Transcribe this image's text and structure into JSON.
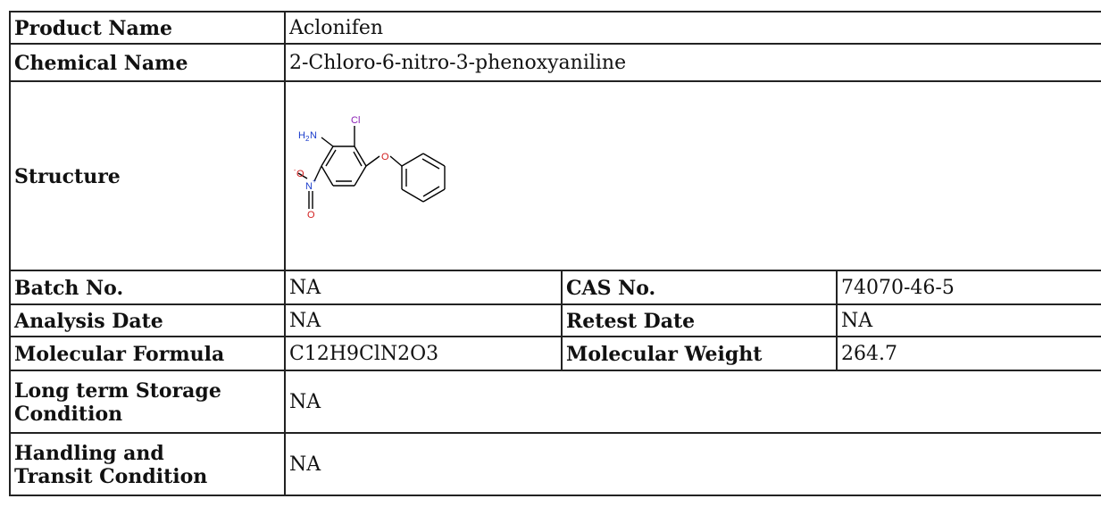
{
  "product_name": {
    "label": "Product Name",
    "value": "Aclonifen"
  },
  "chemical_name": {
    "label": "Chemical Name",
    "value": "2-Chloro-6-nitro-3-phenoxyaniline"
  },
  "structure": {
    "label": "Structure",
    "atoms": {
      "cl": "Cl",
      "nh2": "H",
      "nh2_sub": "2",
      "nh2_n": "N",
      "o_ether": "O",
      "o_minus": "O",
      "minus": "-",
      "n_plus": "N",
      "plus": "+",
      "o_double": "O"
    },
    "colors": {
      "cl": "#8a1fb5",
      "nitrogen": "#1a3ccc",
      "oxygen": "#d11c1c",
      "bond": "#000000"
    }
  },
  "batch_no": {
    "label": "Batch No.",
    "value": "NA"
  },
  "cas_no": {
    "label": "CAS No.",
    "value": "74070-46-5"
  },
  "analysis_date": {
    "label": "Analysis Date",
    "value": "NA"
  },
  "retest_date": {
    "label": "Retest Date",
    "value": "NA"
  },
  "molecular_formula": {
    "label": "Molecular Formula",
    "value": "C12H9ClN2O3"
  },
  "molecular_weight": {
    "label": "Molecular Weight",
    "value": "264.7"
  },
  "storage": {
    "label_line1": "Long term Storage",
    "label_line2": "Condition",
    "value": "NA"
  },
  "handling": {
    "label_line1": "Handling and",
    "label_line2": "Transit Condition",
    "value": "NA"
  }
}
